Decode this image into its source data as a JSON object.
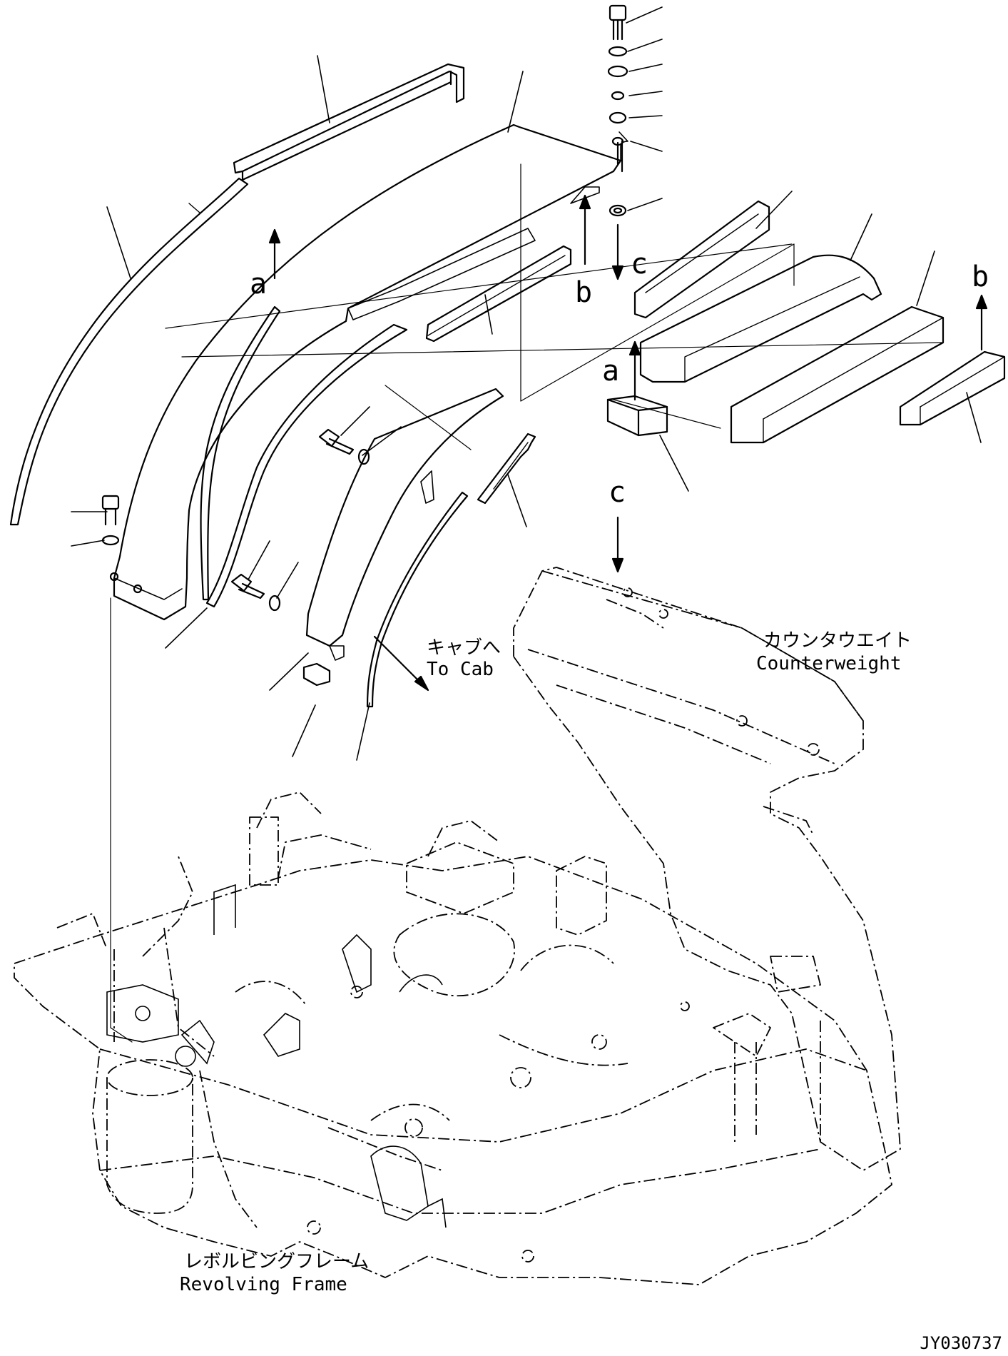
{
  "annotations": {
    "cab_jp": "キャブへ",
    "cab_en": "To Cab",
    "counterweight_jp": "カウンタウエイト",
    "counterweight_en": "Counterweight",
    "frame_jp": "レボルビングフレーム",
    "frame_en": "Revolving Frame"
  },
  "callouts": {
    "a1": "a",
    "b1": "b",
    "c1": "c",
    "a2": "a",
    "b2": "b",
    "c2": "c"
  },
  "drawing_code": "JY030737"
}
